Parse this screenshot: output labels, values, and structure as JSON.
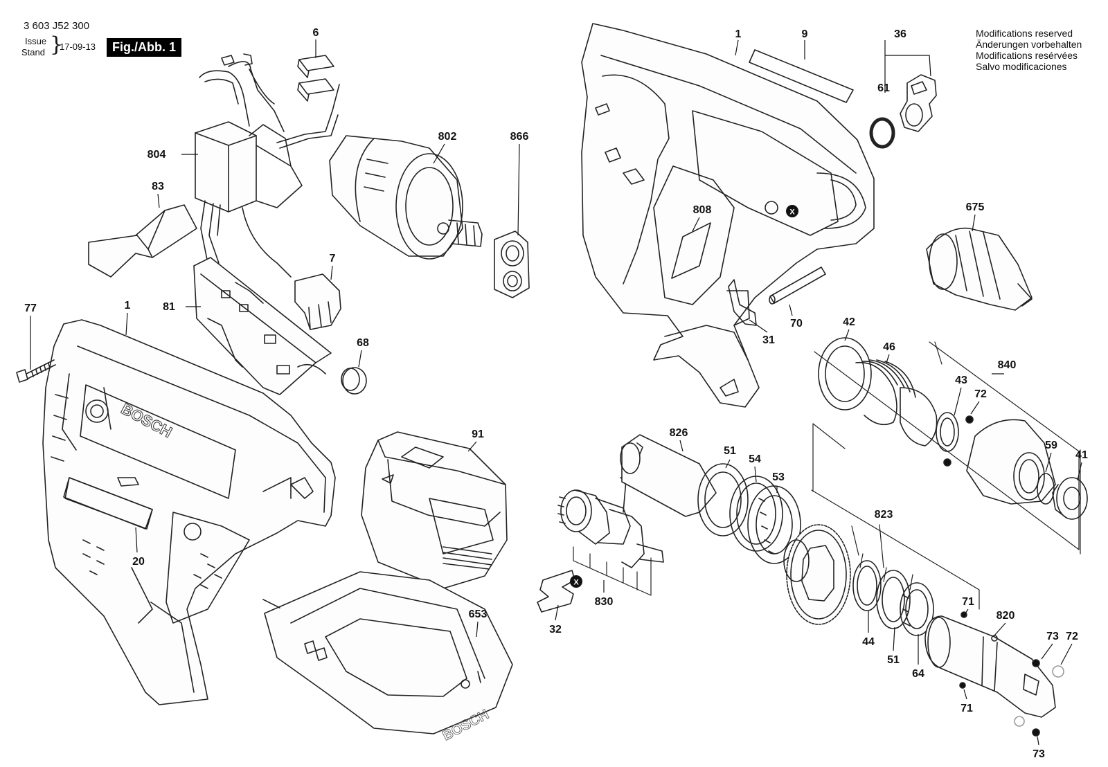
{
  "header": {
    "part_number": "3 603 J52 300",
    "issue_label": "Issue",
    "stand_label": "Stand",
    "issue_date": "17-09-13",
    "figure_label": "Fig./Abb. 1"
  },
  "modifications": [
    "Modifications reserved",
    "Änderungen vorbehalten",
    "Modifications resérvées",
    "Salvo modificaciones"
  ],
  "callouts": {
    "c6": "6",
    "c804": "804",
    "c83": "83",
    "c7": "7",
    "c81": "81",
    "c77": "77",
    "c1a": "1",
    "c68": "68",
    "c20": "20",
    "c91": "91",
    "c653": "653",
    "c802": "802",
    "c866": "866",
    "c830": "830",
    "c32": "32",
    "c1b": "1",
    "c9": "9",
    "c36": "36",
    "c61": "61",
    "c808": "808",
    "c31": "31",
    "c70": "70",
    "c675": "675",
    "c826": "826",
    "c51a": "51",
    "c54": "54",
    "c53": "53",
    "c42": "42",
    "c46": "46",
    "c840": "840",
    "c43": "43",
    "c72a": "72",
    "c59": "59",
    "c41": "41",
    "c823": "823",
    "c71a": "71",
    "c820": "820",
    "c44": "44",
    "c51b": "51",
    "c64": "64",
    "c73a": "73",
    "c72b": "72",
    "c71b": "71",
    "c73b": "73"
  },
  "markers": {
    "x_label": "X"
  },
  "logo_text": {
    "drill": "BOSCH",
    "charger": "BOSCH"
  }
}
